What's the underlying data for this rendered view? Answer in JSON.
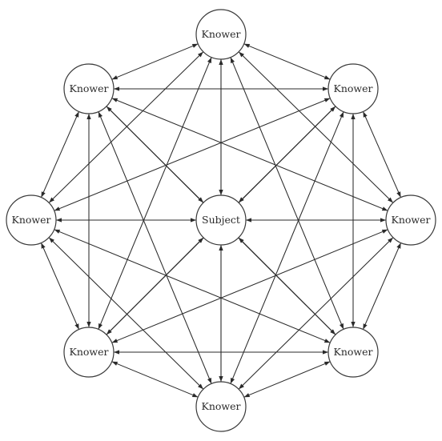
{
  "diagram": {
    "nodes": [
      {
        "id": "knower-top",
        "label": "Knower"
      },
      {
        "id": "knower-top-right",
        "label": "Knower"
      },
      {
        "id": "knower-right",
        "label": "Knower"
      },
      {
        "id": "knower-bottom-right",
        "label": "Knower"
      },
      {
        "id": "knower-bottom",
        "label": "Knower"
      },
      {
        "id": "knower-bottom-left",
        "label": "Knower"
      },
      {
        "id": "knower-left",
        "label": "Knower"
      },
      {
        "id": "knower-top-left",
        "label": "Knower"
      },
      {
        "id": "subject",
        "label": "Subject"
      }
    ],
    "edges": [
      {
        "from": "knower-top",
        "to": "knower-top-right",
        "directed": "both"
      },
      {
        "from": "knower-top",
        "to": "knower-right",
        "directed": "both"
      },
      {
        "from": "knower-top",
        "to": "knower-bottom-right",
        "directed": "both"
      },
      {
        "from": "knower-top",
        "to": "knower-bottom",
        "directed": "both"
      },
      {
        "from": "knower-top",
        "to": "knower-bottom-left",
        "directed": "both"
      },
      {
        "from": "knower-top",
        "to": "knower-left",
        "directed": "both"
      },
      {
        "from": "knower-top",
        "to": "knower-top-left",
        "directed": "both"
      },
      {
        "from": "knower-top-right",
        "to": "knower-right",
        "directed": "both"
      },
      {
        "from": "knower-top-right",
        "to": "knower-bottom-right",
        "directed": "both"
      },
      {
        "from": "knower-top-right",
        "to": "knower-bottom",
        "directed": "both"
      },
      {
        "from": "knower-top-right",
        "to": "knower-bottom-left",
        "directed": "both"
      },
      {
        "from": "knower-top-right",
        "to": "knower-left",
        "directed": "both"
      },
      {
        "from": "knower-top-right",
        "to": "knower-top-left",
        "directed": "both"
      },
      {
        "from": "knower-right",
        "to": "knower-bottom-right",
        "directed": "both"
      },
      {
        "from": "knower-right",
        "to": "knower-bottom",
        "directed": "both"
      },
      {
        "from": "knower-right",
        "to": "knower-bottom-left",
        "directed": "both"
      },
      {
        "from": "knower-right",
        "to": "knower-left",
        "directed": "both"
      },
      {
        "from": "knower-right",
        "to": "knower-top-left",
        "directed": "both"
      },
      {
        "from": "knower-bottom-right",
        "to": "knower-bottom",
        "directed": "both"
      },
      {
        "from": "knower-bottom-right",
        "to": "knower-bottom-left",
        "directed": "both"
      },
      {
        "from": "knower-bottom-right",
        "to": "knower-left",
        "directed": "both"
      },
      {
        "from": "knower-bottom-right",
        "to": "knower-top-left",
        "directed": "both"
      },
      {
        "from": "knower-bottom",
        "to": "knower-bottom-left",
        "directed": "both"
      },
      {
        "from": "knower-bottom",
        "to": "knower-left",
        "directed": "both"
      },
      {
        "from": "knower-bottom",
        "to": "knower-top-left",
        "directed": "both"
      },
      {
        "from": "knower-bottom-left",
        "to": "knower-left",
        "directed": "both"
      },
      {
        "from": "knower-bottom-left",
        "to": "knower-top-left",
        "directed": "both"
      },
      {
        "from": "knower-left",
        "to": "knower-top-left",
        "directed": "both"
      },
      {
        "from": "knower-top",
        "to": "subject",
        "directed": "to"
      },
      {
        "from": "knower-top-right",
        "to": "subject",
        "directed": "to"
      },
      {
        "from": "knower-right",
        "to": "subject",
        "directed": "to"
      },
      {
        "from": "knower-bottom-right",
        "to": "subject",
        "directed": "to"
      },
      {
        "from": "knower-bottom",
        "to": "subject",
        "directed": "to"
      },
      {
        "from": "knower-bottom-left",
        "to": "subject",
        "directed": "to"
      },
      {
        "from": "knower-left",
        "to": "subject",
        "directed": "to"
      },
      {
        "from": "knower-top-left",
        "to": "subject",
        "directed": "to"
      }
    ]
  }
}
